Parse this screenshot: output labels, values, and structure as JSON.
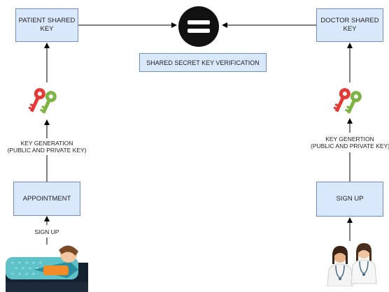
{
  "nodes": {
    "patient_key": "PATIENT SHARED KEY",
    "doctor_key": "DOCTOR SHARED KEY",
    "verification": "SHARED SECRET KEY VERIFICATION",
    "appointment": "APPOINTMENT",
    "signup_box": "SIGN UP"
  },
  "labels": {
    "left_keygen_1": "KEY GENERATION",
    "left_keygen_2": "(PUBLIC AND PRIVATE KEY)",
    "right_keygen_1": "KEY GENERTION",
    "right_keygen_2": "(PUBLIC AND PRIVATE KEY)",
    "left_signup": "SIGN UP"
  },
  "icons": {
    "equals": "equals-icon",
    "keys": "keys-icon",
    "patient": "patient-in-bed-icon",
    "doctors": "doctors-icon"
  },
  "colors": {
    "box_fill": "#dae8fc",
    "box_border": "#6c8ebf",
    "key_red": "#e53935",
    "key_green": "#7cb342",
    "equals_circle": "#111111"
  }
}
